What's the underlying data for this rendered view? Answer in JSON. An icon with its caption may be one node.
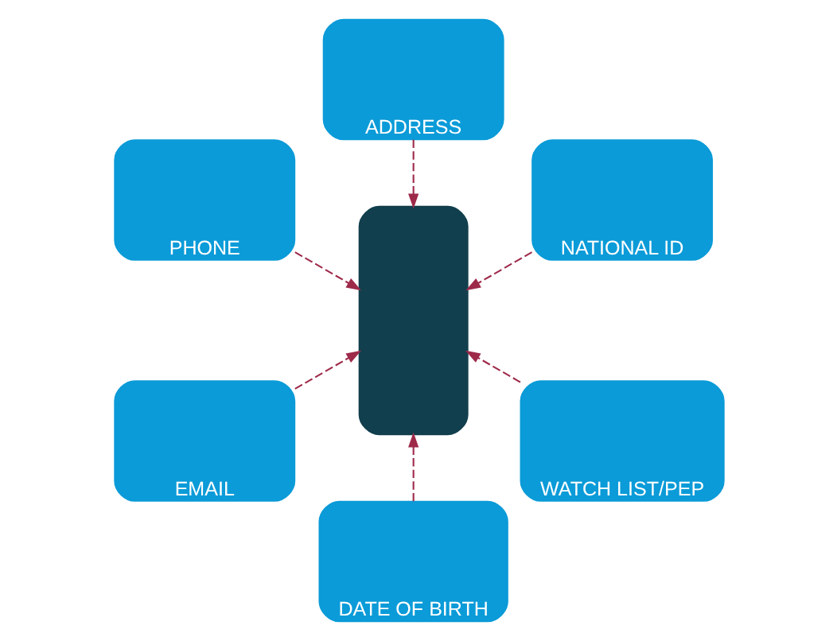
{
  "diagram": {
    "nodes": [
      {
        "text": [],
        "shape": "person"
      },
      {
        "text": [
          "NATIONAL ID"
        ]
      },
      {
        "text": [
          "ADDRESS"
        ]
      },
      {
        "text": [
          "PHONE"
        ]
      },
      {
        "text": [
          "EMAIL"
        ]
      },
      {
        "text": [
          "DATE OF BIRTH"
        ]
      },
      {
        "text": [
          "WATCH LIST/PEP"
        ]
      }
    ],
    "edges": [
      {
        "from": 1,
        "to": 0,
        "arrow": "to",
        "style": "dashed"
      },
      {
        "from": 2,
        "to": 0,
        "arrow": "to",
        "style": "dashed"
      },
      {
        "from": 3,
        "to": 0,
        "arrow": "to",
        "style": "dashed"
      },
      {
        "from": 4,
        "to": 0,
        "arrow": "to",
        "style": "dashed"
      },
      {
        "from": 5,
        "to": 0,
        "arrow": "to",
        "style": "dashed"
      },
      {
        "from": 6,
        "to": 0,
        "arrow": "to",
        "style": "dashed"
      }
    ]
  }
}
